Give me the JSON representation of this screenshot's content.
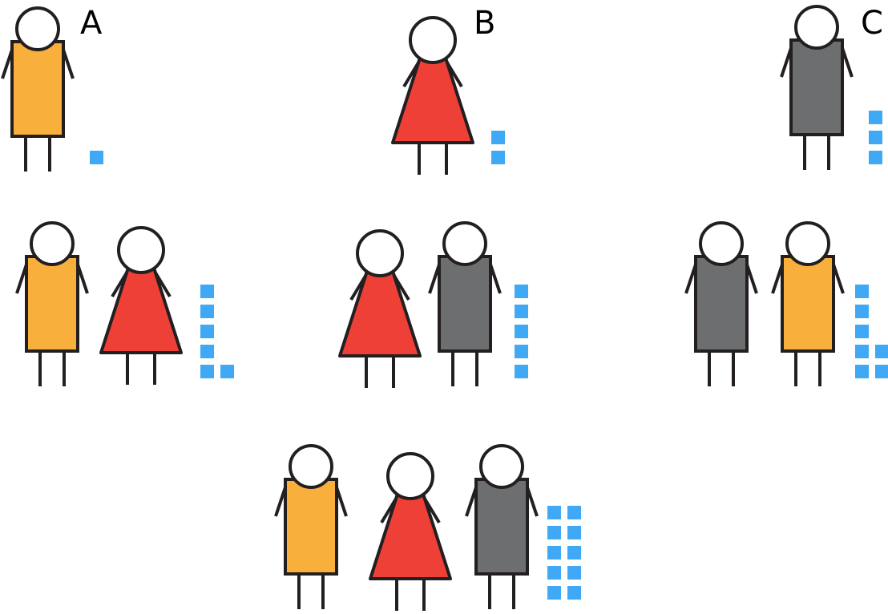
{
  "labels": {
    "a": "A",
    "b": "B",
    "c": "C"
  },
  "colors": {
    "person_a": "#F9AF3B",
    "person_b": "#EE4037",
    "person_c": "#6D6E70",
    "token": "#3FA9F5",
    "outline": "#231F20"
  },
  "groups": [
    {
      "id": "group-a",
      "members": [
        "A"
      ],
      "tokens": 1
    },
    {
      "id": "group-b",
      "members": [
        "B"
      ],
      "tokens": 2
    },
    {
      "id": "group-c",
      "members": [
        "C"
      ],
      "tokens": 3
    },
    {
      "id": "group-ab",
      "members": [
        "A",
        "B"
      ],
      "tokens": 6
    },
    {
      "id": "group-bc",
      "members": [
        "B",
        "C"
      ],
      "tokens": 5
    },
    {
      "id": "group-ca",
      "members": [
        "C",
        "A"
      ],
      "tokens": 7
    },
    {
      "id": "group-abc",
      "members": [
        "A",
        "B",
        "C"
      ],
      "tokens": 10
    }
  ]
}
